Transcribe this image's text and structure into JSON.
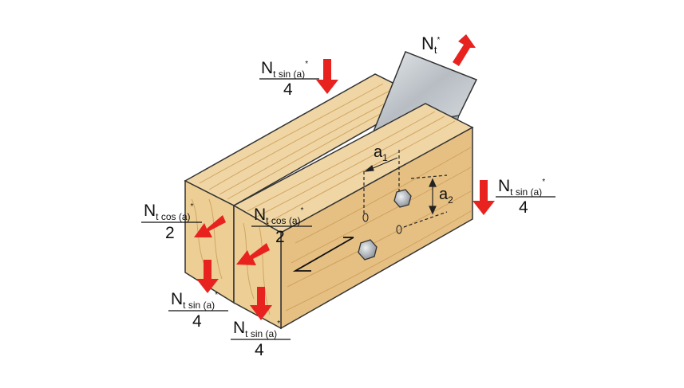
{
  "colors": {
    "force_arrow": "#e8231f",
    "wood_top": "#f0d6a4",
    "wood_side": "#e6c083",
    "wood_end": "#edcf95",
    "wood_grain": "#c99a55",
    "steel_plate": "#c4c9ce",
    "bolt": "#9aa1a8"
  },
  "labels": {
    "Nt_main": {
      "base": "N",
      "sub": "t",
      "sup": "*"
    },
    "top_load": {
      "numerator": "N",
      "sub": "t sin (a)",
      "sup": "*",
      "denominator": "4"
    },
    "right_load": {
      "numerator": "N",
      "sub": "t sin (a)",
      "sup": "*",
      "denominator": "4"
    },
    "left_cos_outer": {
      "numerator": "N",
      "sub": "t cos (a)",
      "sup": "*",
      "denominator": "2"
    },
    "left_cos_inner": {
      "numerator": "N",
      "sub": "t cos (a)",
      "sup": "*",
      "denominator": "2"
    },
    "bottom_sin_outer": {
      "numerator": "N",
      "sub": "t sin (a)",
      "sup": "*",
      "denominator": "4"
    },
    "bottom_sin_inner": {
      "numerator": "N",
      "sub": "t sin (a)",
      "sup": "*",
      "denominator": "4"
    },
    "a1": {
      "base": "a",
      "sub": "1"
    },
    "a2": {
      "base": "a",
      "sub": "2"
    }
  },
  "icons": {
    "bolt": "hex-bolt-icon",
    "force": "arrow-icon"
  }
}
